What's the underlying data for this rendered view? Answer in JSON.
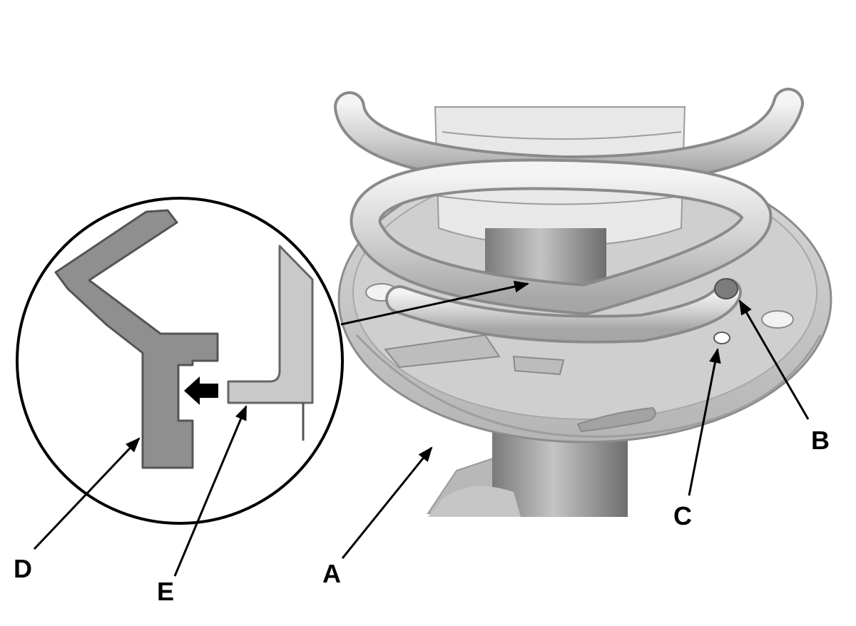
{
  "callouts": {
    "a": "A",
    "b": "B",
    "c": "C",
    "d": "D",
    "e": "E"
  },
  "colors": {
    "background": "#ffffff",
    "metal_light": "#e6e6e6",
    "metal_mid": "#c8c8c8",
    "metal_dark": "#8c8c8c",
    "section_dark": "#8f8f8f",
    "section_light": "#c9c9c9",
    "line": "#000000"
  }
}
